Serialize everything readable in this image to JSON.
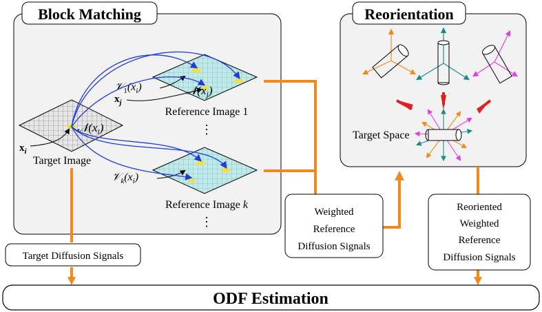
{
  "block_matching": {
    "title": "Block Matching",
    "target_image": "Target Image",
    "reference_image_1": "Reference Image 1",
    "reference_image_k_prefix": "Reference Image ",
    "reference_image_k_var": "k",
    "ellipsis": "⋮",
    "x_i": "x",
    "x_i_sub": "i",
    "x_j": "x",
    "x_j_sub": "j",
    "n_xi": "𝒩(x",
    "n_xi_sub": "i",
    "n_xi_close": ")",
    "n_xj": "𝒩(x",
    "n_xj_sub": "j",
    "n_xj_close": ")",
    "v1": "𝒱",
    "v1_sub": "1",
    "v1_arg": "(x",
    "v1_arg_sub": "i",
    "v1_close": ")",
    "vk": "𝒱",
    "vk_sub": "k",
    "vk_arg": "(x",
    "vk_arg_sub": "i",
    "vk_close": ")"
  },
  "reorientation": {
    "title": "Reorientation",
    "target_space": "Target  Space"
  },
  "boxes": {
    "target_diffusion": "Target  Diffusion  Signals",
    "weighted_line1": "Weighted",
    "weighted_line2": "Reference",
    "weighted_line3": "Diffusion  Signals",
    "reoriented_line1": "Reoriented",
    "reoriented_line2": "Weighted",
    "reoriented_line3": "Reference",
    "reoriented_line4": "Diffusion  Signals"
  },
  "odf": {
    "label": "ODF Estimation"
  },
  "colors": {
    "flow_orange": "#f08a1e",
    "arrow_blue": "#1f3bd6",
    "grid_fill": "#bfe9ea",
    "highlight_yellow": "#f2e04a",
    "highlight_green": "#9ad45a",
    "red_arrow": "#e02020",
    "axis_orange": "#f08a1e",
    "axis_teal": "#1a8c8c",
    "axis_magenta": "#e040e0",
    "panel_fill": "#f2f2f2"
  }
}
